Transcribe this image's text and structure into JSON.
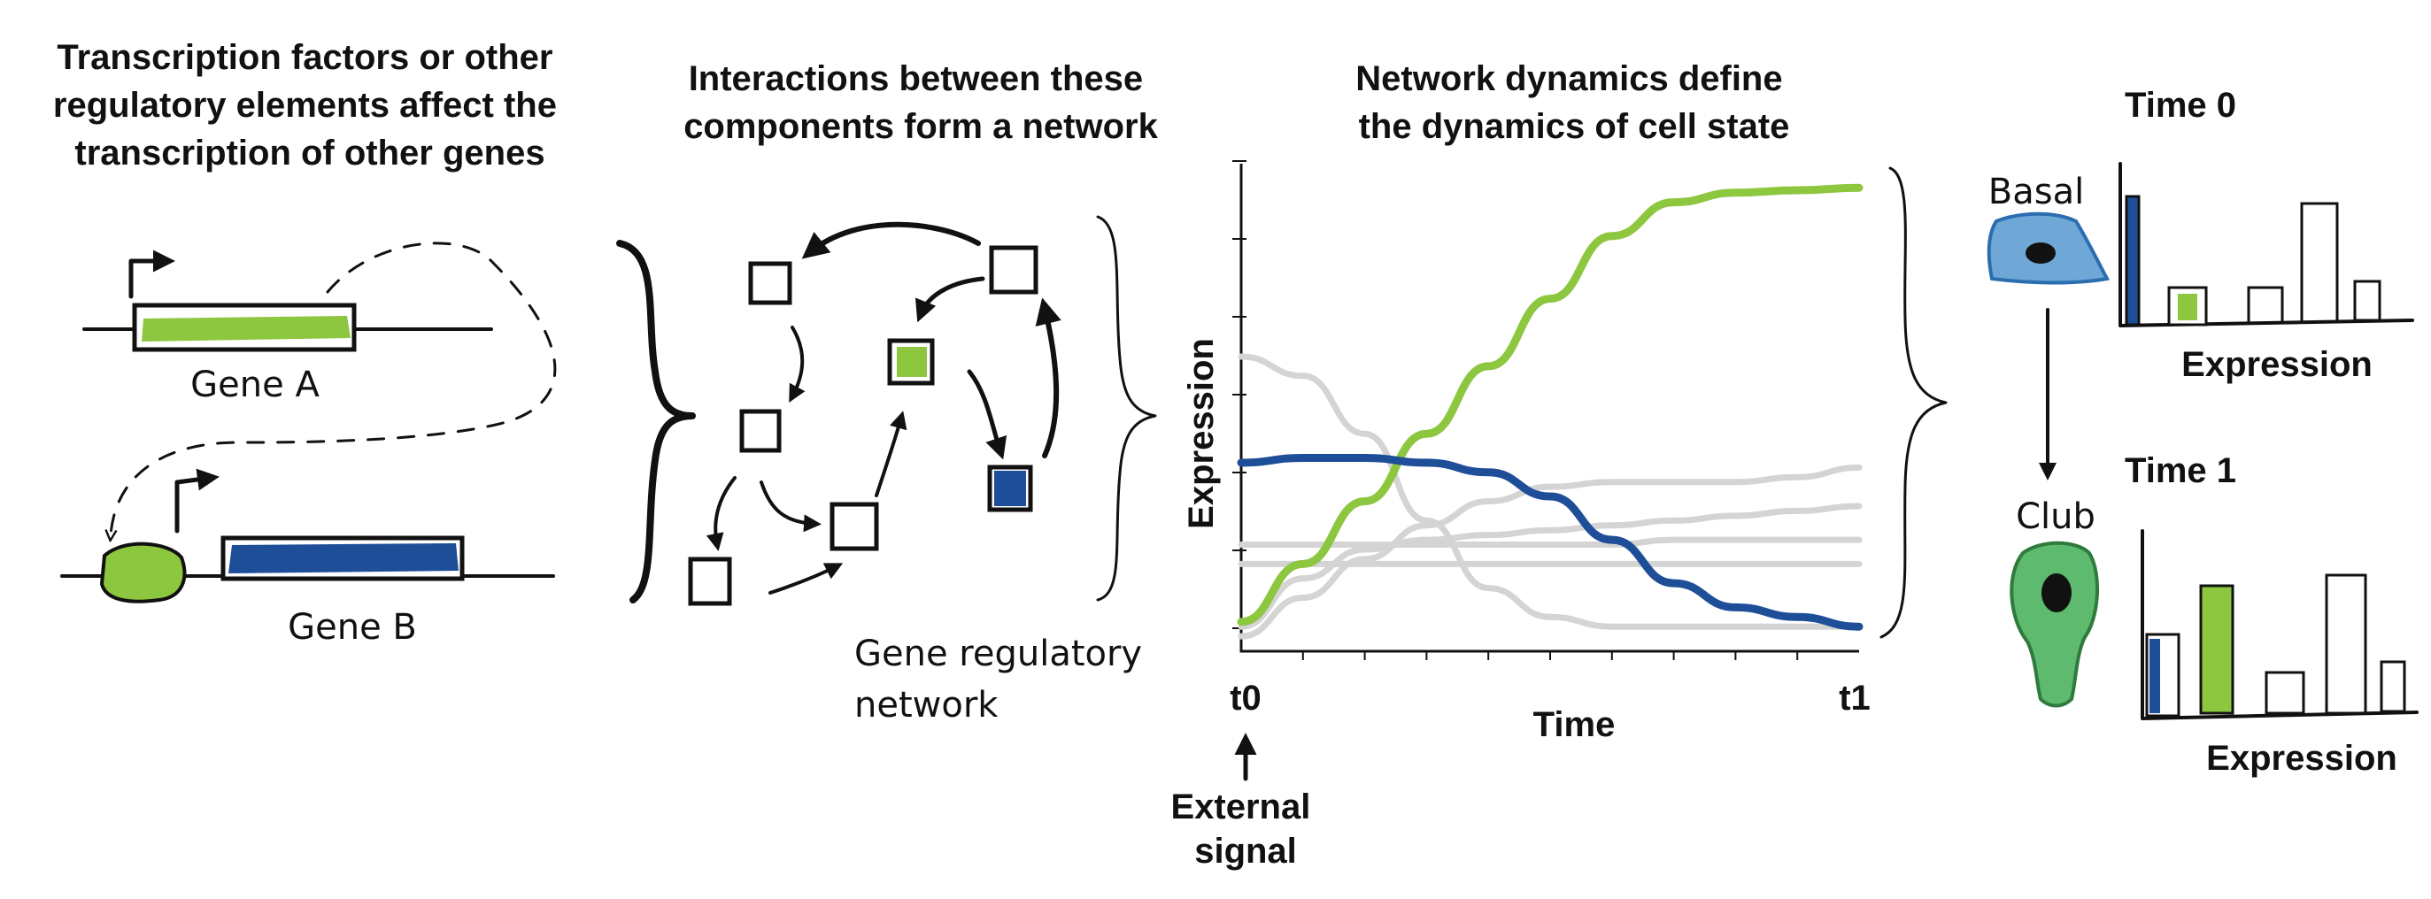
{
  "panels": {
    "transcription": {
      "title_lines": [
        "Transcription factors or other",
        "regulatory elements affect the",
        "transcription of other genes"
      ],
      "gene_a_label": "Gene A",
      "gene_b_label": "Gene B"
    },
    "network": {
      "title_lines": [
        "Interactions between these",
        "components form a network"
      ],
      "caption_lines": [
        "Gene regulatory",
        "network"
      ]
    },
    "dynamics": {
      "title_lines": [
        "Network dynamics define",
        "the dynamics of cell state"
      ],
      "y_label": "Expression",
      "x_label": "Time",
      "t0_label": "t0",
      "t1_label": "t1",
      "signal_lines": [
        "External",
        "signal"
      ]
    },
    "cell_state": {
      "time0_label": "Time 0",
      "time1_label": "Time 1",
      "basal_label": "Basal",
      "club_label": "Club",
      "expression_label": "Expression"
    }
  },
  "colors": {
    "green": "#8dc63f",
    "blue": "#1f4e99",
    "grey": "#d4d4d4",
    "basal_fill": "#6fa8d6",
    "club_fill": "#5dba6e"
  },
  "chart_data": {
    "type": "line",
    "xlabel": "Time",
    "ylabel": "Expression",
    "x_ticks": [
      "t0",
      "t1"
    ],
    "x": [
      0,
      0.1,
      0.2,
      0.3,
      0.4,
      0.5,
      0.6,
      0.7,
      0.8,
      0.9,
      1.0
    ],
    "series": [
      {
        "color": "#8dc63f",
        "values": [
          0.05,
          0.17,
          0.3,
          0.44,
          0.58,
          0.72,
          0.85,
          0.92,
          0.94,
          0.945,
          0.95
        ]
      },
      {
        "color": "#1f4e99",
        "values": [
          0.38,
          0.39,
          0.39,
          0.38,
          0.36,
          0.31,
          0.22,
          0.13,
          0.08,
          0.06,
          0.04
        ]
      },
      {
        "color": "#d4d4d4",
        "values": [
          0.6,
          0.56,
          0.44,
          0.26,
          0.12,
          0.06,
          0.04,
          0.04,
          0.04,
          0.04,
          0.04
        ]
      },
      {
        "color": "#d4d4d4",
        "values": [
          0.02,
          0.1,
          0.18,
          0.25,
          0.3,
          0.33,
          0.34,
          0.34,
          0.34,
          0.35,
          0.37
        ]
      },
      {
        "color": "#d4d4d4",
        "values": [
          0.21,
          0.21,
          0.21,
          0.21,
          0.21,
          0.21,
          0.21,
          0.22,
          0.22,
          0.22,
          0.22
        ]
      },
      {
        "color": "#d4d4d4",
        "values": [
          0.17,
          0.17,
          0.17,
          0.17,
          0.17,
          0.17,
          0.17,
          0.17,
          0.17,
          0.17,
          0.17
        ]
      },
      {
        "color": "#d4d4d4",
        "values": [
          0.04,
          0.14,
          0.2,
          0.22,
          0.23,
          0.24,
          0.25,
          0.26,
          0.27,
          0.28,
          0.29
        ]
      }
    ]
  }
}
